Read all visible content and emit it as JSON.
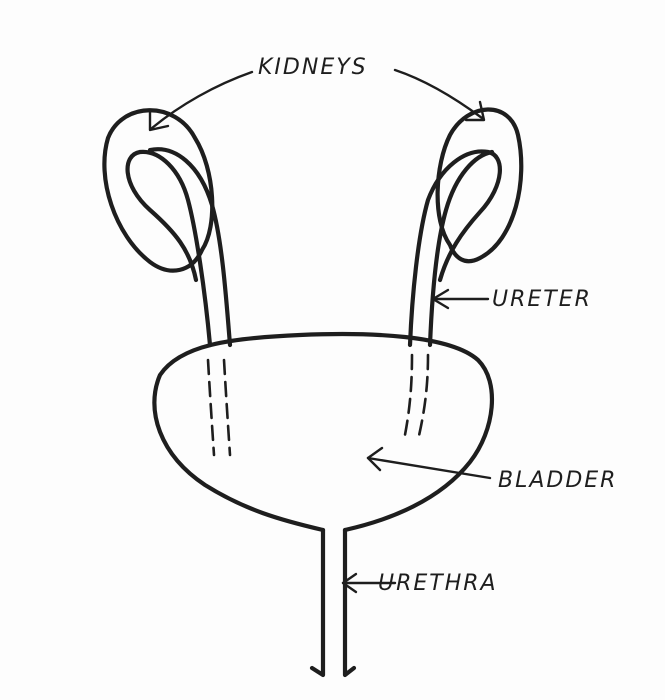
{
  "diagram": {
    "labels": {
      "kidneys": "KIDNEYS",
      "ureter": "URETER",
      "bladder": "BLADDER",
      "urethra": "URETHRA"
    },
    "ink_color": "#1e1e1e"
  }
}
